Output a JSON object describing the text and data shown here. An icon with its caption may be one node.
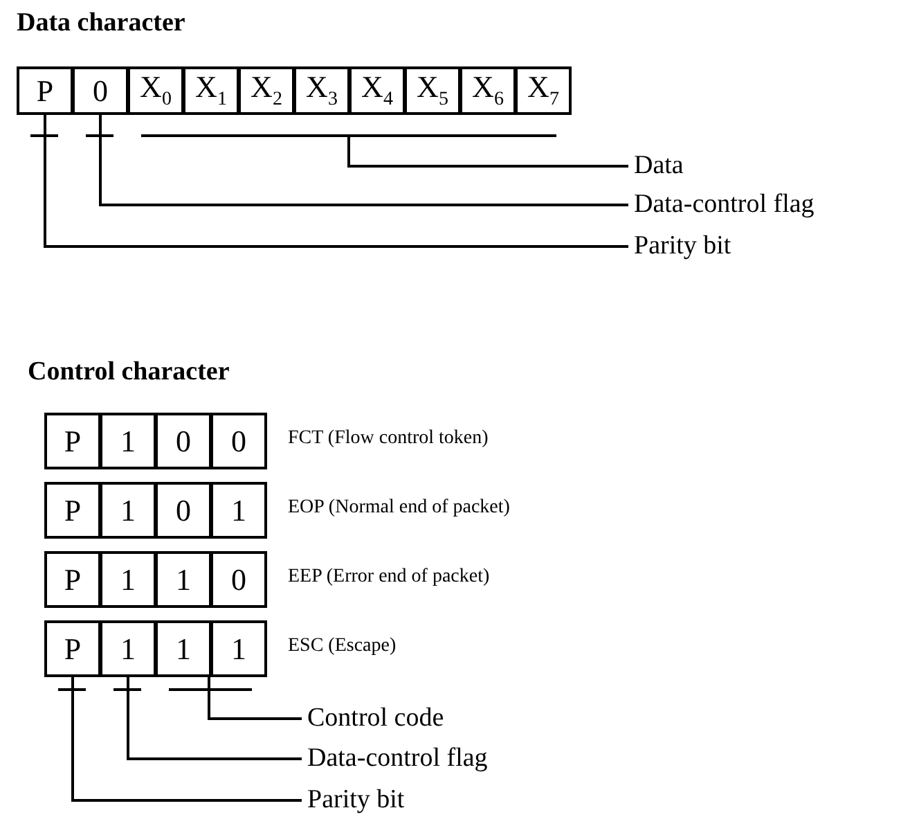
{
  "diagram": {
    "nodes": [
      {
        "text": [
          "P"
        ]
      },
      {
        "text": [
          "0"
        ]
      },
      {
        "text": [
          "X$_{0}$"
        ]
      },
      {
        "text": [
          "X$_{1}$"
        ]
      },
      {
        "text": [
          "X$_{2}$"
        ]
      },
      {
        "text": [
          "X$_{3}$"
        ]
      },
      {
        "text": [
          "X$_{4}$"
        ]
      },
      {
        "text": [
          "X$_{5}$"
        ]
      },
      {
        "text": [
          "X$_{6}$"
        ]
      },
      {
        "text": [
          "X$_{7}$"
        ]
      },
      {
        "text": [
          "Data"
        ]
      },
      {
        "text": [
          "Data-control flag"
        ]
      },
      {
        "text": [
          "Parity bit"
        ]
      },
      {
        "text": [
          "P"
        ]
      },
      {
        "text": [
          "1"
        ]
      },
      {
        "text": [
          "0"
        ]
      },
      {
        "text": [
          "0"
        ]
      },
      {
        "text": [
          "P"
        ]
      },
      {
        "text": [
          "1"
        ]
      },
      {
        "text": [
          "0"
        ]
      },
      {
        "text": [
          "1"
        ]
      },
      {
        "text": [
          "P"
        ]
      },
      {
        "text": [
          "1"
        ]
      },
      {
        "text": [
          "1"
        ]
      },
      {
        "text": [
          "0"
        ]
      },
      {
        "text": [
          "P"
        ]
      },
      {
        "text": [
          "1"
        ]
      },
      {
        "text": [
          "1"
        ]
      },
      {
        "text": [
          "1"
        ]
      },
      {
        "text": [
          "Control code"
        ]
      },
      {
        "text": [
          "Data-control flag"
        ]
      },
      {
        "text": [
          "Parity bit"
        ]
      }
    ],
    "edges": [
      {
        "from": 10,
        "to": null,
        "arrow": "none"
      },
      {
        "from": 11,
        "to": 1,
        "arrow": "none"
      },
      {
        "from": 12,
        "to": 0,
        "arrow": "none"
      },
      {
        "from": 29,
        "to": 27,
        "arrow": "none"
      },
      {
        "from": 30,
        "to": 26,
        "arrow": "none"
      },
      {
        "from": 31,
        "to": 25,
        "arrow": "none"
      }
    ],
    "labels": [
      "Data character",
      "Control character",
      "FCT (Flow control token)",
      "EOP (Normal end of packet)",
      "EEP (Error end of packet)",
      "ESC (Escape)"
    ]
  }
}
